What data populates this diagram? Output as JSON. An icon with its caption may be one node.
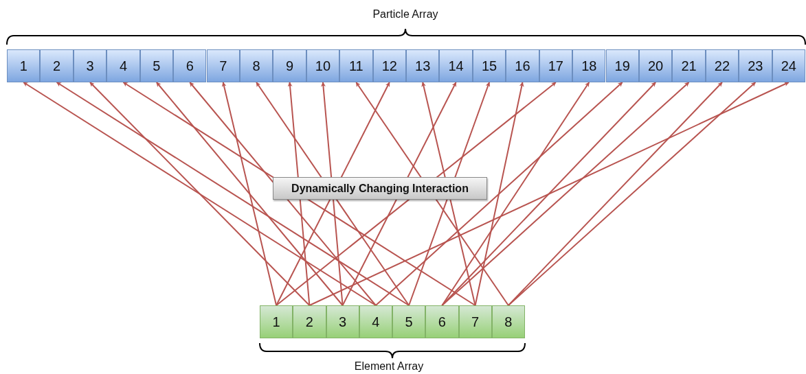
{
  "diagram": {
    "nodes": [
      {
        "text": [
          "1"
        ]
      },
      {
        "text": [
          "2"
        ]
      },
      {
        "text": [
          "3"
        ]
      },
      {
        "text": [
          "4"
        ]
      },
      {
        "text": [
          "5"
        ]
      },
      {
        "text": [
          "6"
        ]
      },
      {
        "text": [
          "7"
        ]
      },
      {
        "text": [
          "8"
        ]
      },
      {
        "text": [
          "9"
        ]
      },
      {
        "text": [
          "10"
        ]
      },
      {
        "text": [
          "11"
        ]
      },
      {
        "text": [
          "12"
        ]
      },
      {
        "text": [
          "13"
        ]
      },
      {
        "text": [
          "14"
        ]
      },
      {
        "text": [
          "15"
        ]
      },
      {
        "text": [
          "16"
        ]
      },
      {
        "text": [
          "17"
        ]
      },
      {
        "text": [
          "18"
        ]
      },
      {
        "text": [
          "19"
        ]
      },
      {
        "text": [
          "20"
        ]
      },
      {
        "text": [
          "21"
        ]
      },
      {
        "text": [
          "22"
        ]
      },
      {
        "text": [
          "23"
        ]
      },
      {
        "text": [
          "24"
        ]
      },
      {
        "text": [
          "1"
        ]
      },
      {
        "text": [
          "2"
        ]
      },
      {
        "text": [
          "3"
        ]
      },
      {
        "text": [
          "4"
        ]
      },
      {
        "text": [
          "5"
        ]
      },
      {
        "text": [
          "6"
        ]
      },
      {
        "text": [
          "7"
        ]
      },
      {
        "text": [
          "8"
        ]
      }
    ],
    "edges": [
      {
        "from": 27,
        "to": 0,
        "arrow": "to"
      },
      {
        "from": 28,
        "to": 1,
        "arrow": "to"
      },
      {
        "from": 25,
        "to": 2,
        "arrow": "to"
      },
      {
        "from": 30,
        "to": 3,
        "arrow": "to"
      },
      {
        "from": 26,
        "to": 4,
        "arrow": "to"
      },
      {
        "from": 27,
        "to": 5,
        "arrow": "to"
      },
      {
        "from": 24,
        "to": 6,
        "arrow": "to"
      },
      {
        "from": 28,
        "to": 7,
        "arrow": "to"
      },
      {
        "from": 25,
        "to": 8,
        "arrow": "to"
      },
      {
        "from": 26,
        "to": 9,
        "arrow": "to"
      },
      {
        "from": 31,
        "to": 10,
        "arrow": "to"
      },
      {
        "from": 24,
        "to": 11,
        "arrow": "to"
      },
      {
        "from": 30,
        "to": 12,
        "arrow": "to"
      },
      {
        "from": 26,
        "to": 13,
        "arrow": "to"
      },
      {
        "from": 28,
        "to": 14,
        "arrow": "to"
      },
      {
        "from": 30,
        "to": 15,
        "arrow": "to"
      },
      {
        "from": 24,
        "to": 16,
        "arrow": "to"
      },
      {
        "from": 29,
        "to": 17,
        "arrow": "to"
      },
      {
        "from": 27,
        "to": 18,
        "arrow": "to"
      },
      {
        "from": 29,
        "to": 19,
        "arrow": "to"
      },
      {
        "from": 29,
        "to": 20,
        "arrow": "to"
      },
      {
        "from": 31,
        "to": 21,
        "arrow": "to"
      },
      {
        "from": 31,
        "to": 22,
        "arrow": "to"
      },
      {
        "from": 25,
        "to": 23,
        "arrow": "to"
      }
    ],
    "labels": [
      "Particle Array",
      "Dynamically Changing Interaction",
      "Element Array"
    ]
  }
}
